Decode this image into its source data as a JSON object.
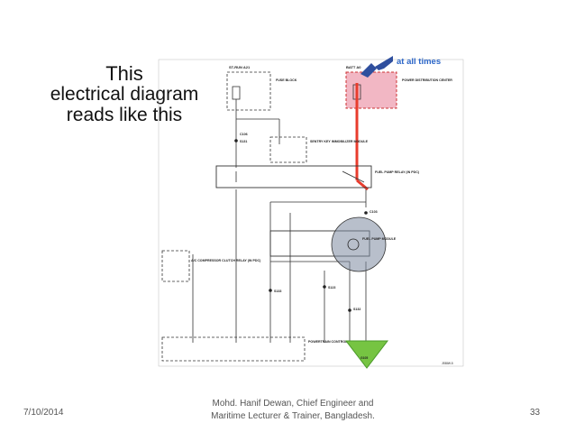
{
  "slide": {
    "title_lines": [
      "This",
      "electrical diagram",
      "reads like this"
    ],
    "footer": {
      "date": "7/10/2014",
      "author_line1": "Mohd. Hanif Dewan, Chief Engineer and",
      "author_line2": "Maritime Lecturer & Trainer, Bangladesh.",
      "page_number": "33"
    }
  },
  "diagram": {
    "labels": {
      "st_run": "ST-RUN A21",
      "batt": "BATT A0",
      "fuse_block": "FUSE BLOCK",
      "pdc": "POWER DISTRIBUTION CENTER",
      "sentry": "SENTRY KEY IMMOBILIZER MODULE",
      "fuel_relay": "FUEL PUMP RELAY (IN PDC)",
      "fuel_module": "FUEL PUMP MODULE",
      "ac_relay": "A/C COMPRESSOR CLUTCH RELAY (IN PDC)",
      "pcm": "POWERTRAIN CONTROL MODULE",
      "c106": "C106",
      "c103": "C103",
      "s131": "S131",
      "s133": "S133",
      "s123": "S123",
      "s132": "S132",
      "ground": "G105",
      "code": "J938W-5"
    },
    "annotation": "at all times",
    "colors": {
      "highlight_red": "#e83c2d",
      "pdc_fill": "#f2b7c4",
      "arrow_blue": "#2f4f9e",
      "annotation_blue": "#2c66c8",
      "module_fill": "#7d8aa0",
      "ground_green": "#76c442"
    }
  }
}
